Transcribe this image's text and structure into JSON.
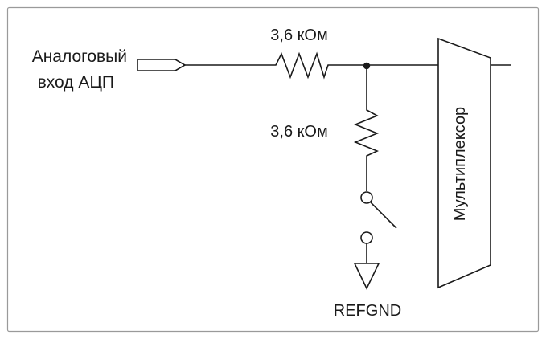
{
  "labels": {
    "input_line1": "Аналоговый",
    "input_line2": "вход АЦП",
    "series_resistor": "3,6 кОм",
    "shunt_resistor": "3,6 кОм",
    "multiplexer": "Мультиплексор",
    "ground": "REFGND"
  },
  "colors": {
    "frame_border": "#9a9a9a",
    "line": "#1a1a1a",
    "background": "#ffffff"
  }
}
